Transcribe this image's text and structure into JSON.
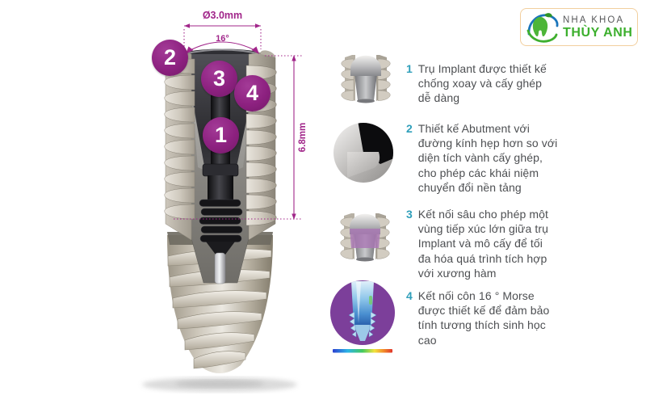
{
  "page": {
    "background": "#ffffff"
  },
  "logo": {
    "name_top": "NHA KHOA",
    "name_bottom": "THÙY ANH",
    "color_top": "#58595b",
    "color_bottom": "#3caf2d"
  },
  "implant_diagram": {
    "diameter_label": "Ø3.0mm",
    "angle_label": "16°",
    "length_label": "6.8mm",
    "annotation_color": "#a1268a",
    "callout_color": "#8d2180",
    "callouts": [
      {
        "number": "1"
      },
      {
        "number": "2"
      },
      {
        "number": "3"
      },
      {
        "number": "4"
      }
    ]
  },
  "features": {
    "number_color": "#2f9fba",
    "text_color": "#4d4f52",
    "items": [
      {
        "number": "1",
        "text": "Trụ Implant được thiết kế\nchống xoay và cấy ghép\ndễ dàng"
      },
      {
        "number": "2",
        "text": "Thiết kế Abutment với\nđường kính hẹp hơn so với\ndiện tích vành cấy ghép,\ncho phép các khái niệm\nchuyển đổi nền tảng"
      },
      {
        "number": "3",
        "text": "Kết nối sâu cho phép một\nvùng tiếp xúc lớn giữa trụ\nImplant và mô cấy để tối\nđa hóa quá trình tích hợp\nvới xương hàm"
      },
      {
        "number": "4",
        "text": "Kết nối côn 16 ° Morse\nđược thiết kế để đảm bảo\ntính tương thích sinh học\ncao"
      }
    ]
  }
}
